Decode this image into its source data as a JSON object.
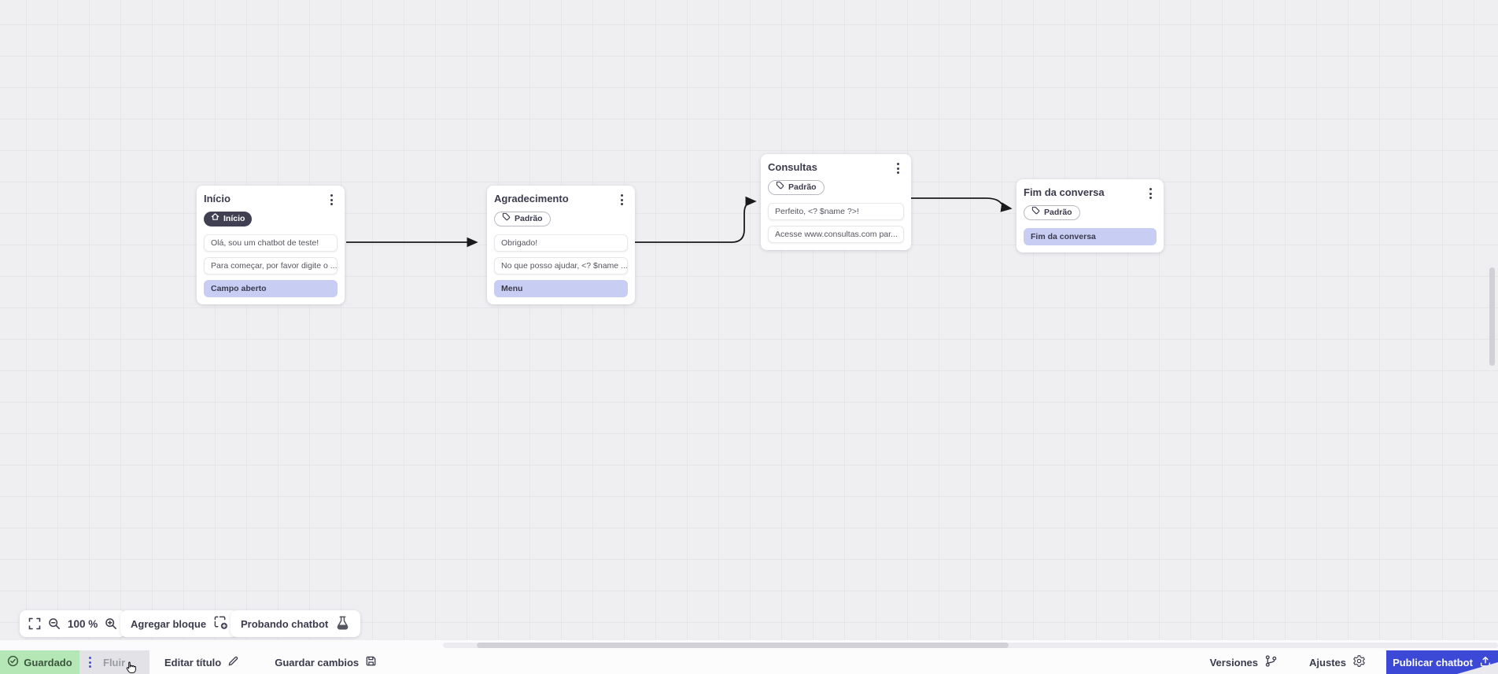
{
  "canvas": {
    "nodes": [
      {
        "id": "inicio",
        "title": "Início",
        "badge": {
          "label": "Início",
          "style": "dark",
          "icon": "home-icon"
        },
        "rows": [
          {
            "type": "message",
            "text": "Olá, sou um chatbot de teste!"
          },
          {
            "type": "message",
            "text": "Para começar, por favor digite o ..."
          },
          {
            "type": "action",
            "text": "Campo aberto"
          }
        ]
      },
      {
        "id": "agradecimento",
        "title": "Agradecimento",
        "badge": {
          "label": "Padrão",
          "style": "outline",
          "icon": "tag-icon"
        },
        "rows": [
          {
            "type": "message",
            "text": "Obrigado!"
          },
          {
            "type": "message",
            "text": "No que posso ajudar, <? $name ..."
          },
          {
            "type": "action",
            "text": "Menu"
          }
        ]
      },
      {
        "id": "consultas",
        "title": "Consultas",
        "badge": {
          "label": "Padrão",
          "style": "outline",
          "icon": "tag-icon"
        },
        "rows": [
          {
            "type": "message",
            "text": "Perfeito, <? $name ?>!"
          },
          {
            "type": "message",
            "text": "Acesse www.consultas.com par..."
          }
        ]
      },
      {
        "id": "fim",
        "title": "Fim da conversa",
        "badge": {
          "label": "Padrão",
          "style": "outline",
          "icon": "tag-icon"
        },
        "rows": [
          {
            "type": "action",
            "text": "Fim da conversa"
          }
        ]
      }
    ]
  },
  "zoom_controls": {
    "zoom_level": "100 %"
  },
  "canvas_buttons": {
    "add_block": "Agregar bloque",
    "test_chatbot": "Probando chatbot"
  },
  "bottom_bar": {
    "saved_status": "Guardado",
    "flow_tab": "Fluir",
    "edit_title": "Editar título",
    "save_changes": "Guardar cambios",
    "versions": "Versiones",
    "settings": "Ajustes",
    "publish": "Publicar chatbot"
  },
  "colors": {
    "accent_blue": "#3c49d6",
    "saved_green_bg": "#b5e6b5",
    "action_row_lavender": "#c7cdf3",
    "dark_badge_bg": "#413f52",
    "node_text": "#3b3b4d",
    "canvas_bg": "#efeef1"
  }
}
